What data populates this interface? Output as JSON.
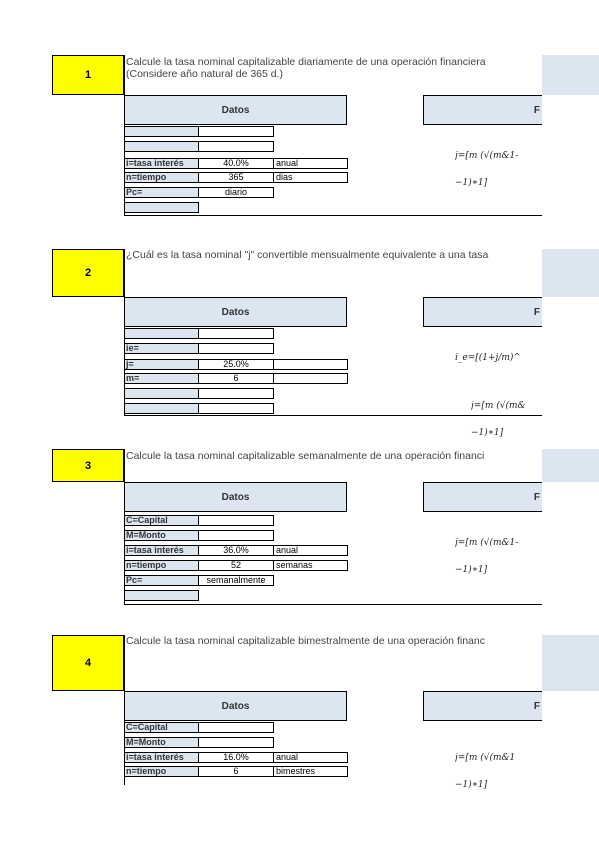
{
  "exercises": [
    {
      "number": "1",
      "question_line1": "Calcule la tasa nominal capitalizable diariamente  de una operación financiera",
      "question_line2": "(Considere año natural de 365 d.)",
      "datos_label": "Datos",
      "r_label": "F",
      "formula_line1": "j=[m (√(m&1-",
      "formula_line2": "−1)∗1]",
      "rows": [
        {
          "label": "",
          "value": "",
          "unit": ""
        },
        {
          "label": "",
          "value": "",
          "unit": ""
        },
        {
          "label": "i=tasa interés",
          "value": "40.0%",
          "unit": "anual"
        },
        {
          "label": "n=tiempo",
          "value": "365",
          "unit": "dias"
        },
        {
          "label": "Pc=",
          "value": "diario",
          "unit": ""
        },
        {
          "label": "",
          "value": "",
          "unit": ""
        }
      ]
    },
    {
      "number": "2",
      "question_line1": "¿Cuál es la tasa nominal \"j\" convertible mensualmente  equivalente a una tasa",
      "question_line2": "",
      "datos_label": "Datos",
      "r_label": "F",
      "formula_line1": "i_e=[(1+j/m)^",
      "formula_line2": "",
      "formula2_line1": "j=[m (√(m&",
      "formula2_line2": "−1)∗1]",
      "rows": [
        {
          "label": "",
          "value": "",
          "unit": ""
        },
        {
          "label": "ie=",
          "value": "",
          "unit": ""
        },
        {
          "label": "j=",
          "value": "25.0%",
          "unit": ""
        },
        {
          "label": "m=",
          "value": "6",
          "unit": ""
        },
        {
          "label": "",
          "value": "",
          "unit": ""
        },
        {
          "label": "",
          "value": "",
          "unit": ""
        }
      ]
    },
    {
      "number": "3",
      "question_line1": "Calcule la tasa nominal capitalizable semanalmente  de una operación financi",
      "question_line2": "",
      "datos_label": "Datos",
      "r_label": "F",
      "formula_line1": "j=[m (√(m&1-",
      "formula_line2": "−1)∗1]",
      "rows": [
        {
          "label": "C=Capital",
          "value": "",
          "unit": ""
        },
        {
          "label": "M=Monto",
          "value": "",
          "unit": ""
        },
        {
          "label": "i=tasa interés",
          "value": "36.0%",
          "unit": "anual"
        },
        {
          "label": "n=tiempo",
          "value": "52",
          "unit": "semanas"
        },
        {
          "label": "Pc=",
          "value": "semanalmente",
          "unit": ""
        },
        {
          "label": "",
          "value": "",
          "unit": ""
        }
      ]
    },
    {
      "number": "4",
      "question_line1": "Calcule la tasa nominal capitalizable bimestralmente  de una operación financ",
      "question_line2": "",
      "datos_label": "Datos",
      "r_label": "F",
      "formula_line1": "j=[m (√(m&1",
      "formula_line2": "−1)∗1]",
      "rows": [
        {
          "label": "C=Capital",
          "value": "",
          "unit": ""
        },
        {
          "label": "M=Monto",
          "value": "",
          "unit": ""
        },
        {
          "label": "i=tasa interés",
          "value": "16.0%",
          "unit": "anual"
        },
        {
          "label": "n=tiempo",
          "value": "6",
          "unit": "bimestres"
        }
      ]
    }
  ],
  "colors": {
    "number_fill": "#ffff00",
    "header_fill": "#dce6f1",
    "border": "#000000"
  }
}
